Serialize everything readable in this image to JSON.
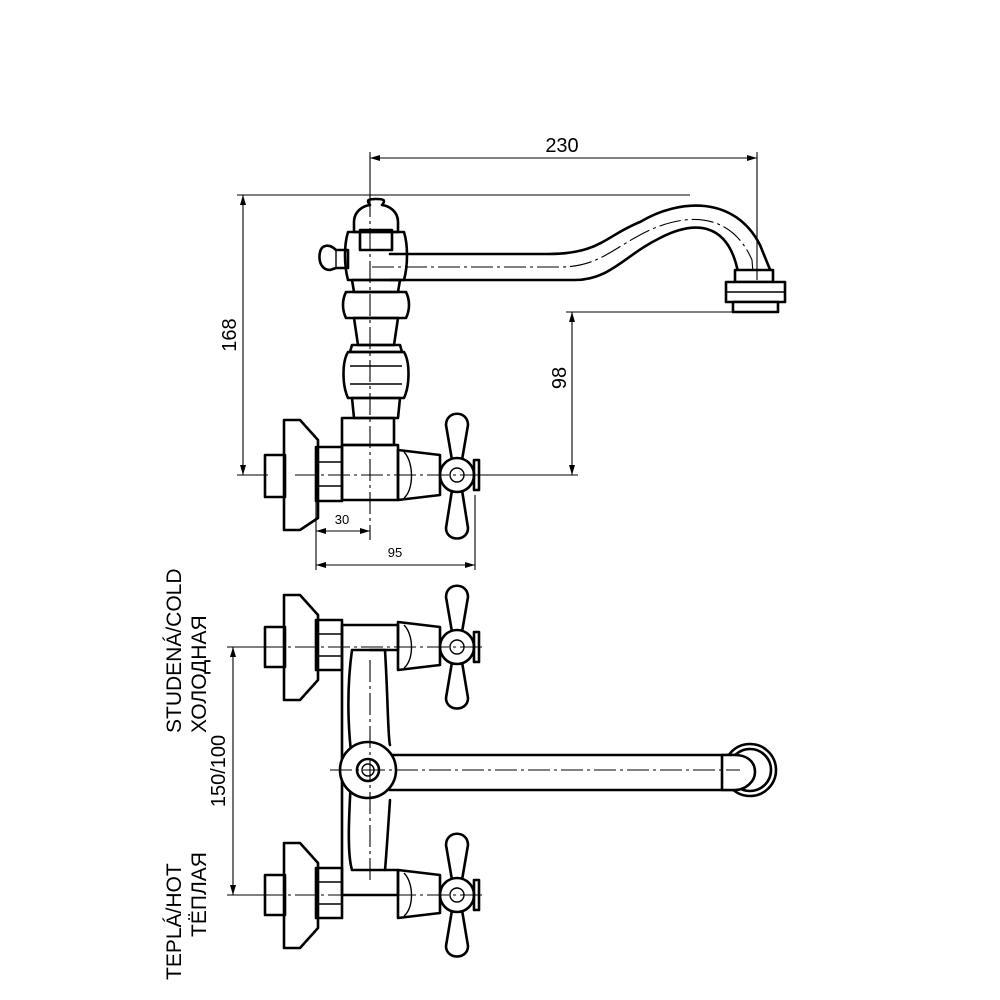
{
  "dimensions": {
    "spout_reach": "230",
    "overall_height": "168",
    "spout_height": "98",
    "inlet_offset": "30",
    "depth": "95",
    "connection_spacing": "150/100"
  },
  "labels": {
    "cold_line1": "STUDENÁ/COLD",
    "cold_line2": "ХОЛОДНАЯ",
    "hot_line1": "TEPLÁ/HOT",
    "hot_line2": "ТЁПЛАЯ"
  },
  "colors": {
    "line": "#000000",
    "background": "#ffffff"
  }
}
